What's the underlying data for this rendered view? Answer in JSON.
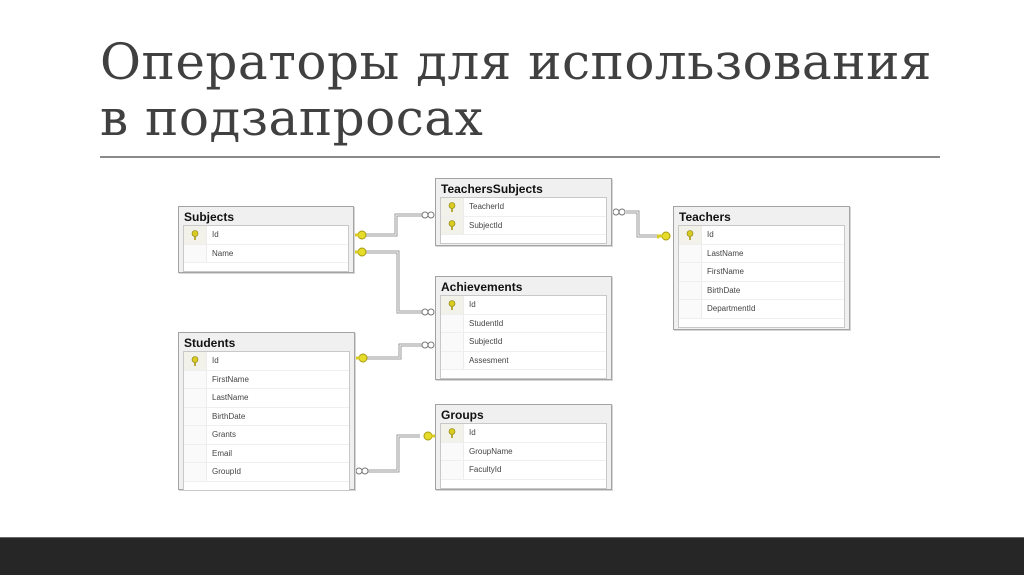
{
  "slide": {
    "title": "Операторы для использования в подзапросах"
  },
  "diagram": {
    "colors": {
      "key_icon": "#d8cc22",
      "connector": "#8c8c8c",
      "box_border": "#a3a3a3",
      "header_bg": "#f0f0f0"
    },
    "tables": {
      "subjects": {
        "name": "Subjects",
        "columns": [
          {
            "name": "Id",
            "pk": true
          },
          {
            "name": "Name",
            "pk": false
          }
        ]
      },
      "teachers_subjects": {
        "name": "TeachersSubjects",
        "columns": [
          {
            "name": "TeacherId",
            "pk": true
          },
          {
            "name": "SubjectId",
            "pk": true
          }
        ]
      },
      "teachers": {
        "name": "Teachers",
        "columns": [
          {
            "name": "Id",
            "pk": true
          },
          {
            "name": "LastName",
            "pk": false
          },
          {
            "name": "FirstName",
            "pk": false
          },
          {
            "name": "BirthDate",
            "pk": false
          },
          {
            "name": "DepartmentId",
            "pk": false
          }
        ]
      },
      "achievements": {
        "name": "Achievements",
        "columns": [
          {
            "name": "Id",
            "pk": true
          },
          {
            "name": "StudentId",
            "pk": false
          },
          {
            "name": "SubjectId",
            "pk": false
          },
          {
            "name": "Assesment",
            "pk": false
          }
        ]
      },
      "students": {
        "name": "Students",
        "columns": [
          {
            "name": "Id",
            "pk": true
          },
          {
            "name": "FirstName",
            "pk": false
          },
          {
            "name": "LastName",
            "pk": false
          },
          {
            "name": "BirthDate",
            "pk": false
          },
          {
            "name": "Grants",
            "pk": false
          },
          {
            "name": "Email",
            "pk": false
          },
          {
            "name": "GroupId",
            "pk": false
          }
        ]
      },
      "groups": {
        "name": "Groups",
        "columns": [
          {
            "name": "Id",
            "pk": true
          },
          {
            "name": "GroupName",
            "pk": false
          },
          {
            "name": "FacultyId",
            "pk": false
          }
        ]
      }
    },
    "relationships": [
      {
        "from": "Subjects.Id",
        "to": "TeachersSubjects.SubjectId",
        "type": "one-to-many"
      },
      {
        "from": "Subjects.Id",
        "to": "Achievements.SubjectId",
        "type": "one-to-many"
      },
      {
        "from": "Teachers.Id",
        "to": "TeachersSubjects.TeacherId",
        "type": "one-to-many"
      },
      {
        "from": "Students.Id",
        "to": "Achievements.StudentId",
        "type": "one-to-many"
      },
      {
        "from": "Groups.Id",
        "to": "Students.GroupId",
        "type": "one-to-many"
      }
    ]
  }
}
